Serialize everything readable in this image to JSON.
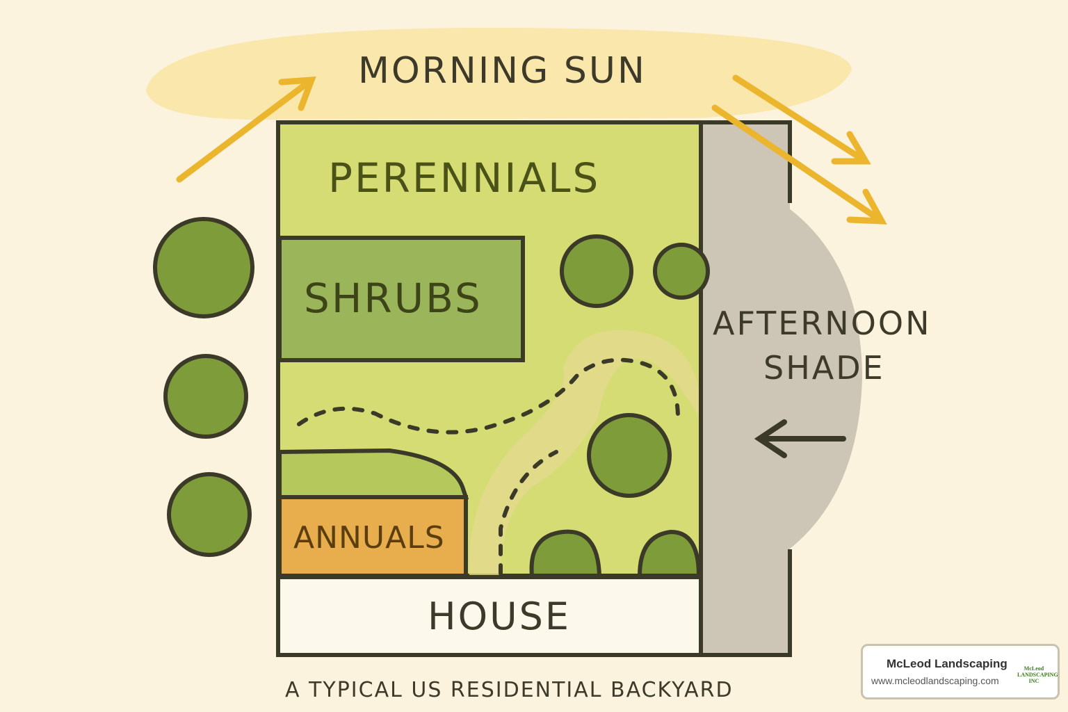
{
  "diagram": {
    "title": "A TYPICAL US RESIDENTIAL BACKYARD",
    "labels": {
      "morning_sun": "MORNING SUN",
      "perennials": "PERENNIALS",
      "shrubs": "SHRUBS",
      "annuals": "ANNUALS",
      "house": "HOUSE",
      "afternoon_shade_line1": "AFTERNOON",
      "afternoon_shade_line2": "SHADE"
    },
    "colors": {
      "background": "#fcf3df",
      "sun_glow": "#fae6a6",
      "lawn": "#d4dc73",
      "shrub_bed": "#9bb55a",
      "annuals": "#e8ad4c",
      "tree": "#7f9c3a",
      "outline": "#3b3a28",
      "shade": "#cdc5b5",
      "arrow_sun": "#ecb52e",
      "house": "#fdf8ec"
    }
  },
  "watermark": {
    "company": "McLeod Landscaping",
    "url": "www.mcleodlandscaping.com",
    "logo_text": "McLeod LANDSCAPING INC"
  }
}
